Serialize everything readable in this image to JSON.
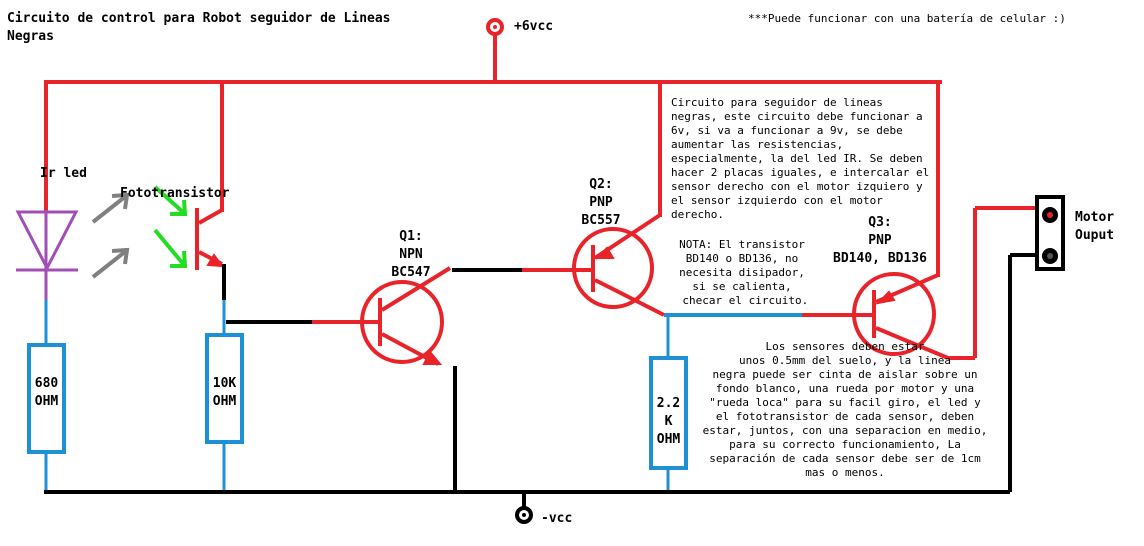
{
  "title": "Circuito de control para Robot seguidor de Lineas\nNegras",
  "battery_note": "***Puede funcionar con una batería de celular :)",
  "supply": {
    "positive": "+6vcc",
    "negative": "-vcc"
  },
  "components": {
    "ir_led": "Ir led",
    "phototransistor": "Fototransistor",
    "q1": "Q1:\nNPN\nBC547",
    "q2": "Q2:\nPNP\nBC557",
    "q3": "Q3:\nPNP\nBD140, BD136",
    "r1": "680\nOHM",
    "r2": "10K\nOHM",
    "r3": "2.2\nK\nOHM",
    "motor": "Motor\nOuput"
  },
  "notes": {
    "circuit": "Circuito para seguidor de lineas negras, este circuito debe funcionar a 6v, si va a funcionar a 9v, se debe aumentar las resistencias, especialmente, la del led IR. Se deben hacer 2 placas iguales, e intercalar el sensor derecho con el motor izquiero y el sensor izquierdo con el motor derecho.",
    "transistor": "NOTA: El transistor\nBD140 o BD136, no\nnecesita disipador,\nsi se calienta,\n checar el circuito.",
    "sensors": "Los sensores deben estar\nunos 0.5mm del suelo, y la linea\nnegra puede ser cinta de aislar sobre un\nfondo blanco, una rueda por motor y una\n\"rueda loca\" para su facil giro, el led y\nel fototransistor de cada sensor, deben\nestar, juntos, con una separacion en medio,\npara su correcto funcionamiento, La\nseparación de cada sensor debe ser de 1cm\nmas o menos."
  },
  "colors": {
    "positive_wire": "#e8232a",
    "ground_wire": "#000000",
    "signal_wire": "#1e90d6",
    "led": "#a14fb5",
    "light_in": "#22dd22",
    "light_out": "#808080"
  }
}
